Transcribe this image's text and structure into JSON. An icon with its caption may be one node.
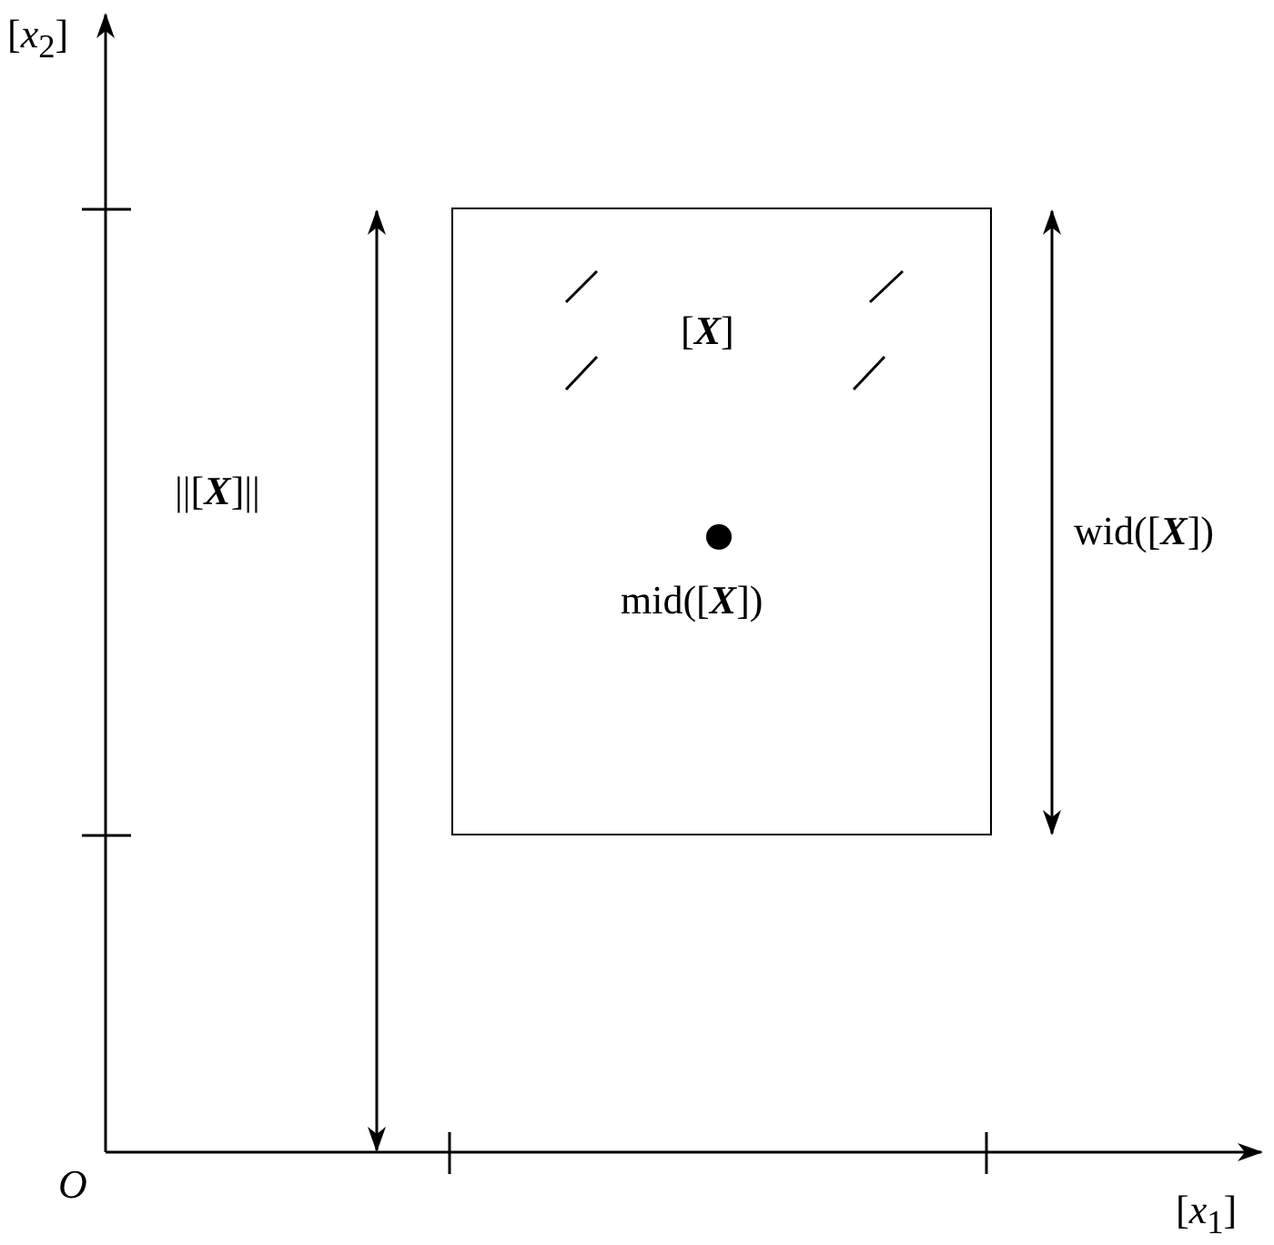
{
  "diagram": {
    "nodes": [
      {
        "text": [
          "[**X**]",
          "mid([**X**])"
        ]
      }
    ],
    "edges": [],
    "labels": [
      "[*x*$_{2}$]",
      "||[**X**]||",
      "wid([**X**])",
      "*O*",
      "[*x*$_{1}$]"
    ]
  }
}
